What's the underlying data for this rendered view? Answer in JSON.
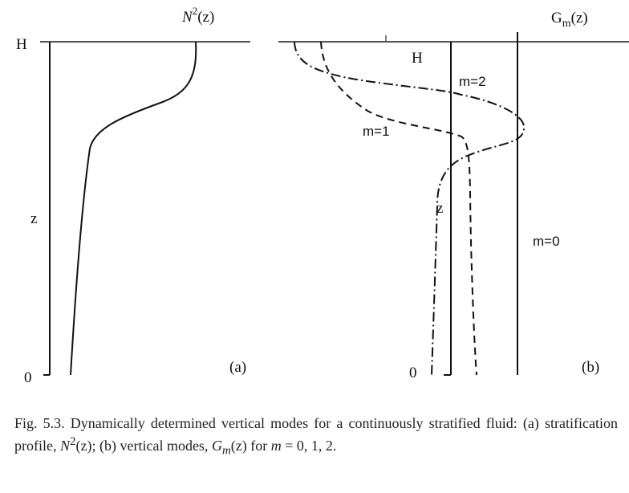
{
  "panel_a": {
    "top_label": "H",
    "bottom_label": "0",
    "axis_label": "z",
    "curve_title_symbol": "N",
    "curve_title_exp": "2",
    "curve_title_arg": "(z)",
    "panel_tag": "(a)"
  },
  "panel_b": {
    "curve_title_main": "G",
    "curve_title_sub": "m",
    "curve_title_arg": "(z)",
    "top_label": "H",
    "bottom_label": "0",
    "axis_label": "z",
    "mode_labels": {
      "m0": "m=0",
      "m1": "m=1",
      "m2": "m=2"
    },
    "panel_tag": "(b)"
  },
  "caption": {
    "prefix": "Fig. 5.3. Dynamically determined vertical modes for a continuously stratified fluid: (a) stratification profile, ",
    "n_symbol": "N",
    "n_exp": "2",
    "n_arg": "(z)",
    "middle": "; (b) vertical modes, ",
    "g_symbol": "G",
    "g_sub": "m",
    "g_arg": "(z)",
    "suffix": " for ",
    "m_symbol": "m",
    "equals_list": " = 0, 1, 2."
  },
  "colors": {
    "ink": "#111111",
    "caption": "#222222",
    "background": "#ffffff"
  }
}
